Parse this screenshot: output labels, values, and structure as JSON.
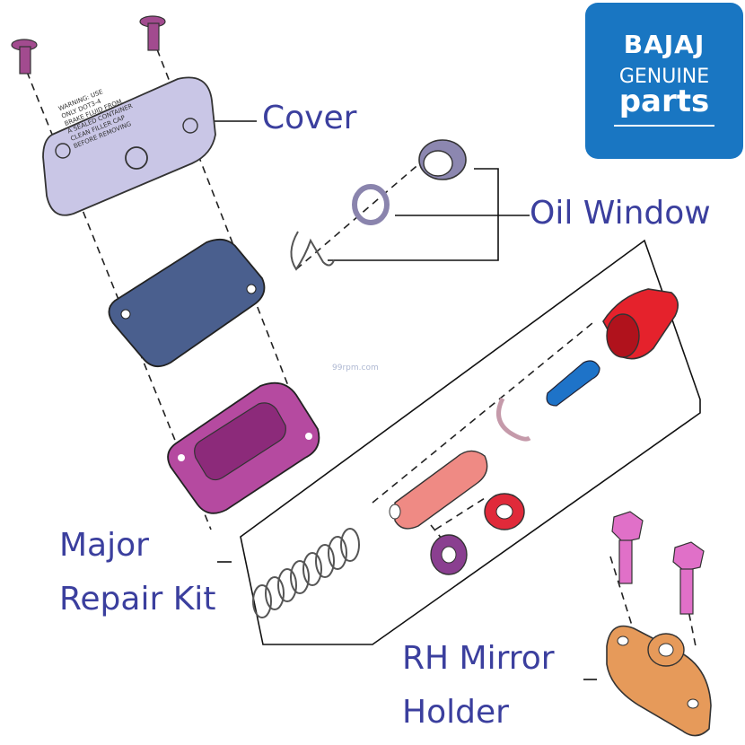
{
  "labels": {
    "cover": "Cover",
    "oil_window": "Oil Window",
    "major_line1": "Major",
    "major_line2": "Repair Kit",
    "rh_line1": "RH Mirror",
    "rh_line2": "Holder"
  },
  "logo": {
    "brand": "BAJAJ",
    "genuine": "GENUINE",
    "parts": "parts"
  },
  "watermark": "99rpm.com",
  "cover_text": [
    "WARNING: USE",
    "ONLY DOT3-4",
    "BRAKE FLUID FROM",
    "A SEALED CONTAINER",
    "CLEAN FILLER CAP",
    "BEFORE REMOVING"
  ],
  "colors": {
    "label_text": "#3b3f9e",
    "logo_bg": "#1976c2",
    "cover": "#c9c6e6",
    "plate": "#4a5f8e",
    "diaphragm": "#b54aa0",
    "screw": "#a24b8f",
    "boot": "#e5222c",
    "pin": "#1e73c8",
    "piston": "#ef8a84",
    "seal_red": "#e02a3a",
    "seal_purple": "#8a3f90",
    "bolt": "#e070c8",
    "holder": "#e69a5a"
  }
}
